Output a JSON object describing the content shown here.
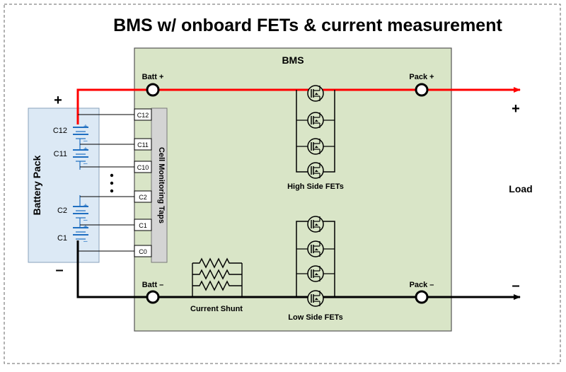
{
  "title": "BMS w/ onboard FETs & current measurement",
  "bms_label": "BMS",
  "battery_pack_label": "Battery Pack",
  "cell_taps_label": "Cell Monitoring Taps",
  "terminals": {
    "batt_plus": "Batt +",
    "pack_plus": "Pack +",
    "batt_minus": "Batt –",
    "pack_minus": "Pack –"
  },
  "high_side_label": "High Side FETs",
  "low_side_label": "Low Side FETs",
  "shunt_label": "Current Shunt",
  "load_label": "Load",
  "signs": {
    "pack_plus_sign": "+",
    "pack_minus_sign": "–",
    "load_plus_sign": "+",
    "load_minus_sign": "–"
  },
  "cells": [
    "C12",
    "C11",
    "C2",
    "C1"
  ],
  "taps": [
    "C12",
    "C11",
    "C10",
    "C2",
    "C1",
    "C0"
  ],
  "ellipsis": "•\n•\n•",
  "colors": {
    "positive_wire": "#ff0000",
    "negative_wire": "#000000",
    "bms_fill": "#d9e5c7",
    "pack_fill": "#dce9f5",
    "taps_fill": "#d4d4d4",
    "cell_color": "#1f6fc1"
  }
}
